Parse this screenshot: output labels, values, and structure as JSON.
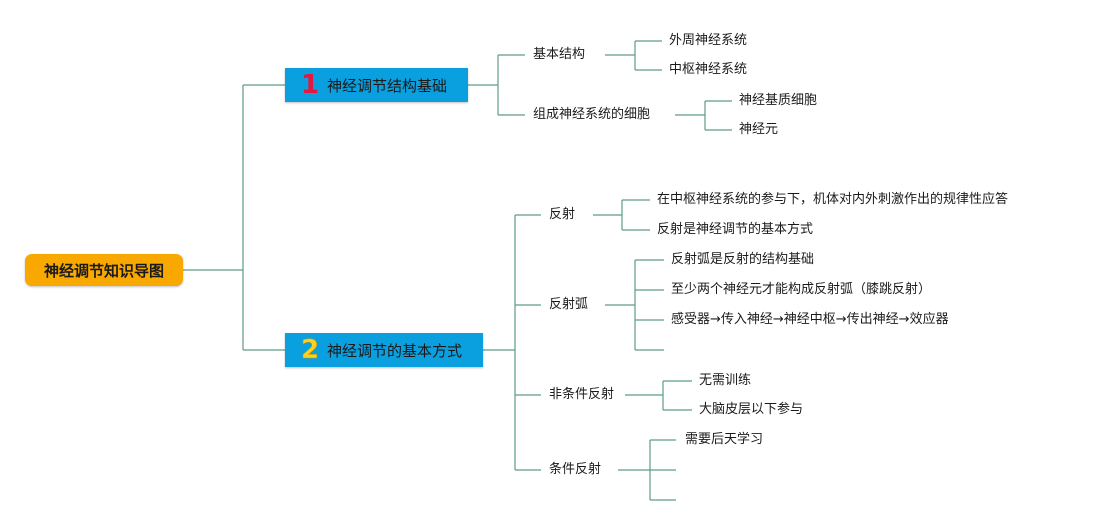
{
  "root": {
    "label": "神经调节知识导图"
  },
  "branch1": {
    "number": "1",
    "label": "神经调节结构基础",
    "color": "#0aa0e0",
    "children": [
      {
        "label": "基本结构",
        "children": [
          "外周神经系统",
          "中枢神经系统"
        ]
      },
      {
        "label": "组成神经系统的细胞",
        "children": [
          "神经基质细胞",
          "神经元"
        ]
      }
    ]
  },
  "branch2": {
    "number": "2",
    "label": "神经调节的基本方式",
    "color": "#0aa0e0",
    "children": [
      {
        "label": "反射",
        "children": [
          "在中枢神经系统的参与下，机体对内外刺激作出的规律性应答",
          "反射是神经调节的基本方式"
        ]
      },
      {
        "label": "反射弧",
        "children": [
          "反射弧是反射的结构基础",
          "至少两个神经元才能构成反射弧（膝跳反射）",
          "感受器→传入神经→神经中枢→传出神经→效应器",
          ""
        ]
      },
      {
        "label": "非条件反射",
        "children": [
          "无需训练",
          "大脑皮层以下参与"
        ]
      },
      {
        "label": "条件反射",
        "children": [
          "需要后天学习",
          "",
          ""
        ]
      }
    ]
  },
  "colors": {
    "root": "#f9a800",
    "branch": "#0aa0e0",
    "connector": "#5f9a8a"
  }
}
